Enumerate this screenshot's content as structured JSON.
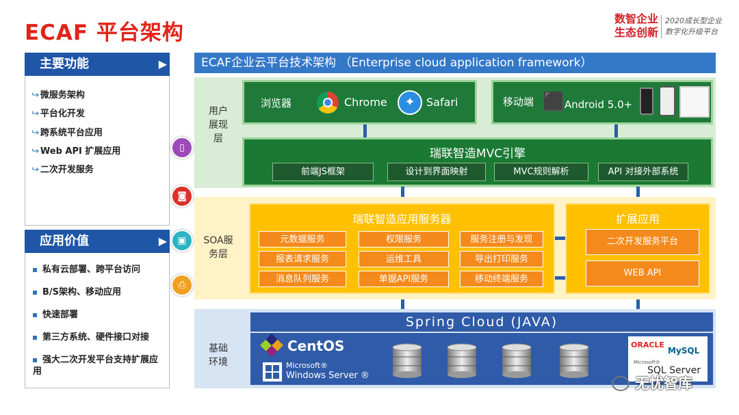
{
  "title": "ECAF 平台架构",
  "brand": {
    "line1": "数智企业",
    "line2": "生态创新",
    "sub1": "2020成长型企业",
    "sub2": "数字化升级平台"
  },
  "left": {
    "main_functions": {
      "heading": "主要功能",
      "items": [
        "微服务架构",
        "平台化开发",
        "跨系统平台应用",
        "Web API 扩展应用",
        "二次开发服务"
      ]
    },
    "values": {
      "heading": "应用价值",
      "items": [
        "私有云部署、跨平台访问",
        "B/S架构、移动应用",
        "快速部署",
        "第三方系统、硬件接口对接",
        "强大二次开发平台支持扩展应用"
      ]
    }
  },
  "arch": {
    "header": "ECAF企业云平台技术架构 （Enterprise cloud application framework）",
    "ui_layer": {
      "label": "用户展现层",
      "browser_label": "浏览器",
      "chrome": "Chrome",
      "safari": "Safari",
      "mobile_label": "移动端",
      "android": "Android 5.0+",
      "mvc_title": "瑞联智造MVC引擎",
      "mvc_items": [
        "前端JS框架",
        "设计到界面映射",
        "MVC规则解析",
        "API 对接外部系统"
      ]
    },
    "soa_layer": {
      "label": "SOA服务层",
      "server_title": "瑞联智造应用服务器",
      "services": [
        "元数据服务",
        "权限服务",
        "服务注册与发现",
        "报表请求服务",
        "运维工具",
        "导出打印服务",
        "消息队列服务",
        "单据API服务",
        "移动终端服务"
      ],
      "ext_title": "扩展应用",
      "ext_items": [
        "二次开发服务平台",
        "WEB API"
      ]
    },
    "base_layer": {
      "label": "基础环境",
      "spring": "Spring Cloud (JAVA)",
      "centos": "CentOS",
      "ms_line1": "Microsoft®",
      "ms_line2": "Windows Server ®",
      "oracle": "ORACLE",
      "mysql": "MySQL",
      "sql_ms": "Microsoft®",
      "sql": "SQL Server"
    }
  },
  "watermark": "无忧智库",
  "colors": {
    "title_red": "#e2231a",
    "blue": "#1f56a5",
    "green": "#1f7a3a",
    "orange": "#f48a1c",
    "yellow": "#ffc000"
  }
}
